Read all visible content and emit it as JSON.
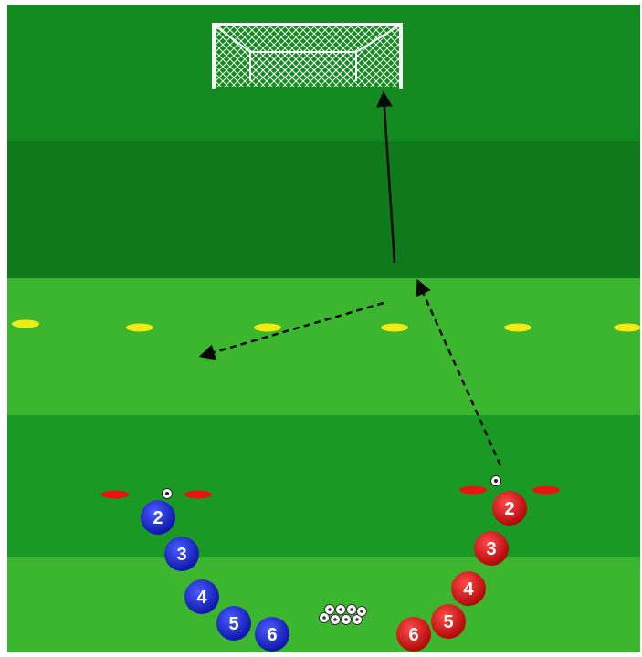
{
  "colors": {
    "pitch_dark": "#0e7d1c",
    "pitch_mid": "#1a9a25",
    "pitch_light": "#3cb62e",
    "blue_team": "#1423cf",
    "red_team": "#e01010",
    "cone_yellow": "#f4ea12",
    "cone_red": "#e81414",
    "arrow": "#0a0a0a",
    "goal": "#ffffff"
  },
  "icons": {
    "goal": "goal-net-icon",
    "ball": "soccer-ball-icon",
    "cone": "flat-disc-cone-icon"
  },
  "blue_players": [
    "2",
    "3",
    "4",
    "5",
    "6"
  ],
  "red_players": [
    "2",
    "3",
    "4",
    "5",
    "6"
  ],
  "arrows": [
    {
      "name": "shot-arrow",
      "style": "solid"
    },
    {
      "name": "pass-arrow",
      "style": "dashed"
    },
    {
      "name": "run-arrow",
      "style": "dashed"
    }
  ],
  "yellow_cone_count": 6,
  "red_cone_count": 4,
  "ball_pile_count": 8
}
